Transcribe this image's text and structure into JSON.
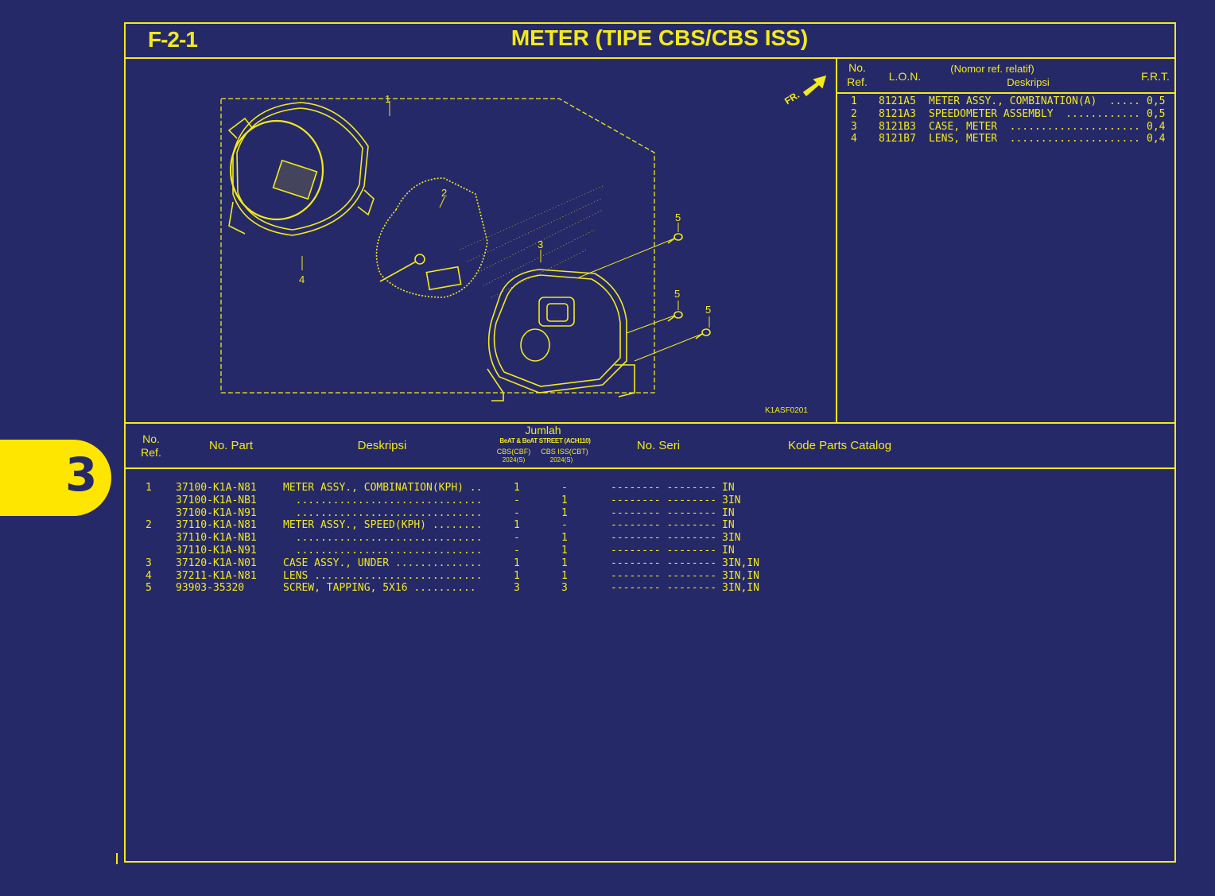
{
  "header": {
    "code": "F-2-1",
    "title": "METER (TIPE CBS/CBS ISS)"
  },
  "side_tab": {
    "label": "3"
  },
  "diagram": {
    "callouts": [
      "1",
      "2",
      "3",
      "4",
      "5",
      "5",
      "5"
    ],
    "direction_label": "FR.",
    "figure_code": "K1ASF0201"
  },
  "ref_table": {
    "headers": {
      "no_ref": "No.\nRef.",
      "lon": "L.O.N.",
      "desc_top": "(Nomor ref. relatif)",
      "desc": "Deskripsi",
      "frt": "F.R.T."
    },
    "rows": [
      {
        "no": "1",
        "lon": "8121A5",
        "desc": "METER ASSY., COMBINATION(A)",
        "dots": ".....",
        "frt": "0,5"
      },
      {
        "no": "2",
        "lon": "8121A3",
        "desc": "SPEEDOMETER ASSEMBLY",
        "dots": "............",
        "frt": "0,5"
      },
      {
        "no": "3",
        "lon": "8121B3",
        "desc": "CASE, METER",
        "dots": ".....................",
        "frt": "0,4"
      },
      {
        "no": "4",
        "lon": "8121B7",
        "desc": "LENS, METER",
        "dots": ".....................",
        "frt": "0,4"
      }
    ]
  },
  "parts_table": {
    "headers": {
      "no_ref": "No.\nRef.",
      "part_no": "No. Part",
      "desc": "Deskripsi",
      "jumlah": "Jumlah",
      "model": "BeAT & BeAT STREET (ACH110)",
      "col_a": "CBS(CBF)",
      "col_b": "CBS ISS(CBT)",
      "year_a": "2024(S)",
      "year_b": "2024(S)",
      "serial": "No. Seri",
      "catalog": "Kode Parts Catalog"
    },
    "rows": [
      {
        "no": "1",
        "part": "37100-K1A-N81",
        "desc": "METER ASSY., COMBINATION(KPH) ..",
        "a": "1",
        "b": "-",
        "serial": "-------- --------",
        "code": "IN"
      },
      {
        "no": "",
        "part": "37100-K1A-NB1",
        "desc": "  ..............................",
        "a": "-",
        "b": "1",
        "serial": "-------- --------",
        "code": "3IN"
      },
      {
        "no": "",
        "part": "37100-K1A-N91",
        "desc": "  ..............................",
        "a": "-",
        "b": "1",
        "serial": "-------- --------",
        "code": "IN"
      },
      {
        "no": "2",
        "part": "37110-K1A-N81",
        "desc": "METER ASSY., SPEED(KPH) ........",
        "a": "1",
        "b": "-",
        "serial": "-------- --------",
        "code": "IN"
      },
      {
        "no": "",
        "part": "37110-K1A-NB1",
        "desc": "  ..............................",
        "a": "-",
        "b": "1",
        "serial": "-------- --------",
        "code": "3IN"
      },
      {
        "no": "",
        "part": "37110-K1A-N91",
        "desc": "  ..............................",
        "a": "-",
        "b": "1",
        "serial": "-------- --------",
        "code": "IN"
      },
      {
        "no": "3",
        "part": "37120-K1A-N01",
        "desc": "CASE ASSY., UNDER ..............",
        "a": "1",
        "b": "1",
        "serial": "-------- --------",
        "code": "3IN,IN"
      },
      {
        "no": "4",
        "part": "37211-K1A-N81",
        "desc": "LENS ...........................",
        "a": "1",
        "b": "1",
        "serial": "-------- --------",
        "code": "3IN,IN"
      },
      {
        "no": "5",
        "part": "93903-35320",
        "desc": "SCREW, TAPPING, 5X16 ..........",
        "a": "3",
        "b": "3",
        "serial": "-------- --------",
        "code": "3IN,IN"
      }
    ]
  },
  "colors": {
    "background": "#262968",
    "line": "#f2ea1c",
    "tab": "#ffe600"
  }
}
